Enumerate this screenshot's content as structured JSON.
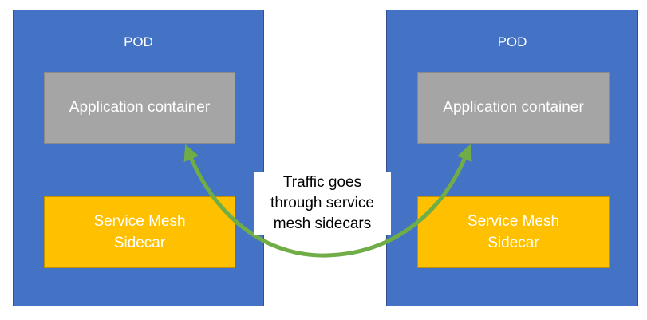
{
  "colors": {
    "pod": "#4472c4",
    "app_container": "#a5a5a5",
    "sidecar": "#ffc000",
    "arrow": "#70ad47"
  },
  "pods": [
    {
      "title": "POD",
      "app_label": "Application container",
      "sidecar_line1": "Service Mesh",
      "sidecar_line2": "Sidecar"
    },
    {
      "title": "POD",
      "app_label": "Application container",
      "sidecar_line1": "Service Mesh",
      "sidecar_line2": "Sidecar"
    }
  ],
  "traffic_label": {
    "line1": "Traffic goes",
    "line2": "through service",
    "line3": "mesh sidecars"
  },
  "arrow": {
    "style": "double-headed curved",
    "icon": "curved-double-arrow-icon"
  }
}
